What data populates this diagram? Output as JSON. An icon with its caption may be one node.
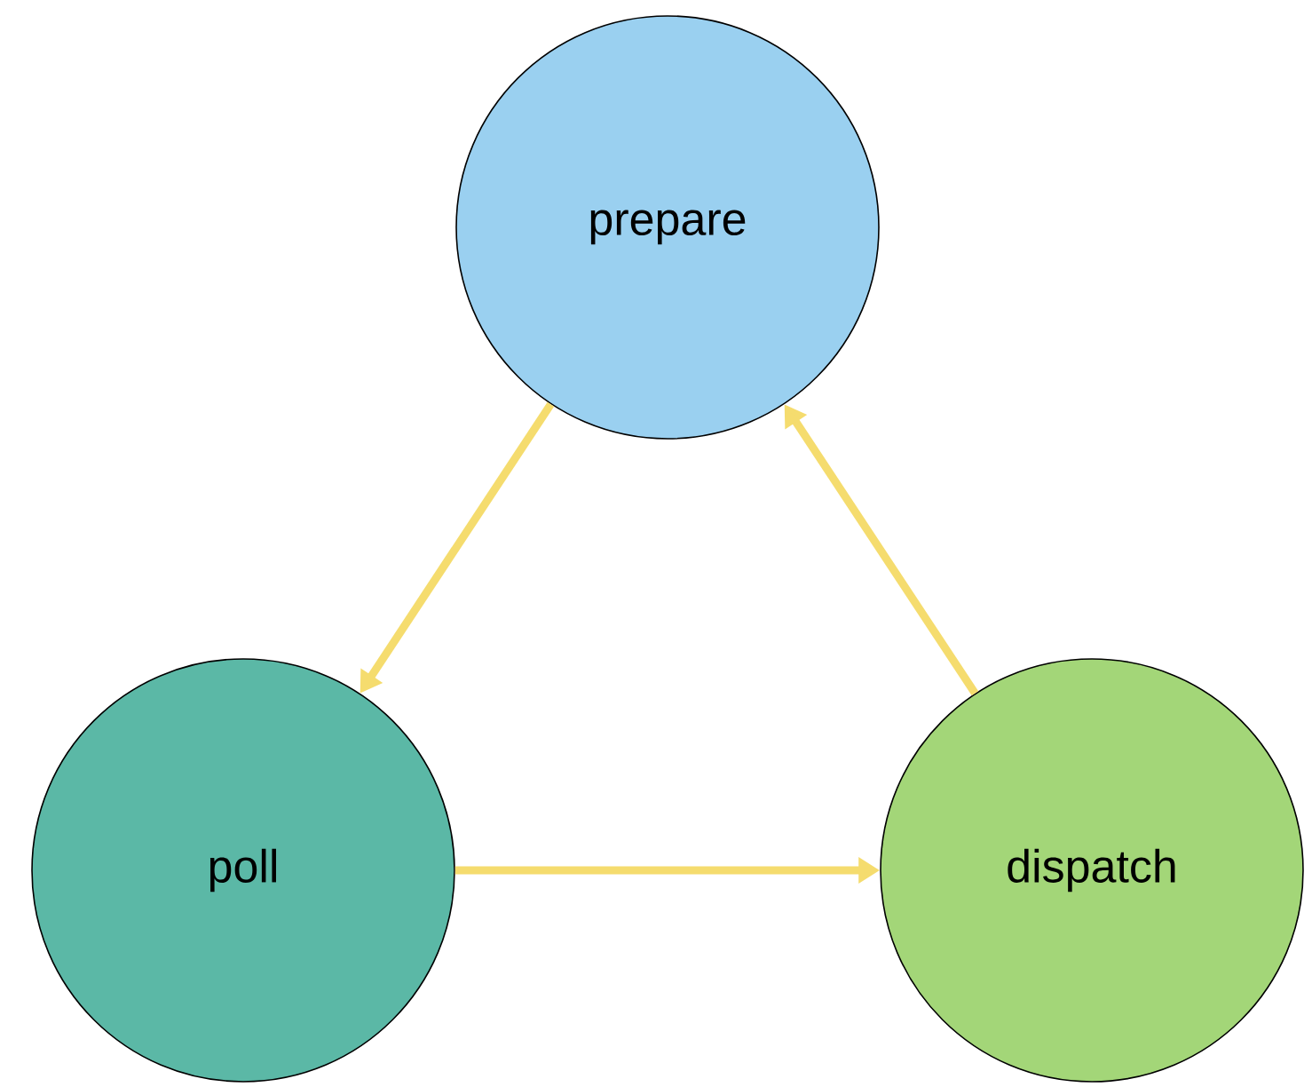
{
  "diagram": {
    "nodes": [
      {
        "text": [
          "prepare"
        ]
      },
      {
        "text": [
          "poll"
        ]
      },
      {
        "text": [
          "dispatch"
        ]
      }
    ],
    "edges": [
      {
        "from": 0,
        "to": 1,
        "arrow": "to"
      },
      {
        "from": 1,
        "to": 2,
        "arrow": "to"
      },
      {
        "from": 2,
        "to": 0,
        "arrow": "to"
      }
    ]
  }
}
